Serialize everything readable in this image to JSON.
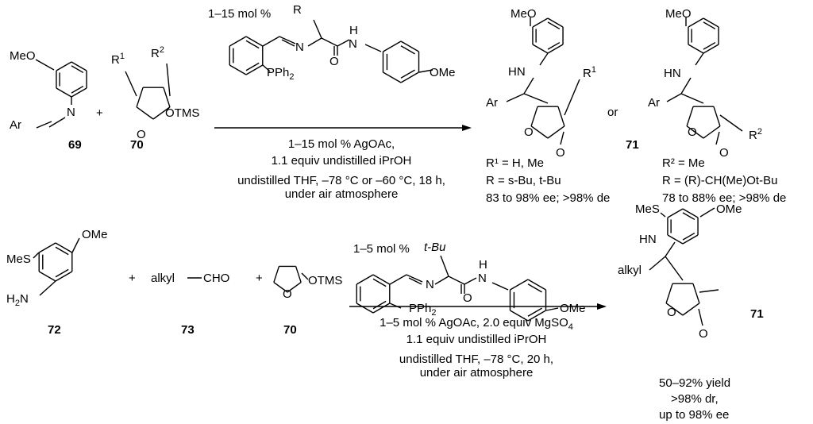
{
  "top": {
    "reactant1": {
      "meo": "MeO",
      "n": "N",
      "ar": "Ar",
      "label": "69"
    },
    "plus": "+",
    "reactant2": {
      "r1": "R",
      "r1_sup": "1",
      "r2": "R",
      "r2_sup": "2",
      "o": "O",
      "otms": "OTMS",
      "label": "70"
    },
    "catalyst": {
      "loading": "1–15 mol %",
      "r": "R",
      "n_imine": "N",
      "h": "H",
      "n_amide": "N",
      "o": "O",
      "pph": "PPh",
      "pph_sub": "2",
      "ome": "OMe"
    },
    "conditions": [
      "1–15 mol % AgOAc,",
      "1.1 equiv undistilled iPrOH",
      "undistilled THF, –78 °C or –60 °C, 18 h,",
      "under air atmosphere"
    ],
    "product_a": {
      "meo": "MeO",
      "hn": "HN",
      "ar": "Ar",
      "r1": "R",
      "r1_sup": "1",
      "o_ring": "O",
      "o_carbonyl": "O",
      "notes": [
        "R¹ = H, Me",
        "R = s-Bu, t-Bu",
        "83 to 98% ee; >98% de"
      ]
    },
    "or": "or",
    "product_label": "71",
    "product_b": {
      "meo": "MeO",
      "hn": "HN",
      "ar": "Ar",
      "r2": "R",
      "r2_sup": "2",
      "o_ring": "O",
      "o_carbonyl": "O",
      "notes": [
        "R² = Me",
        "R = (R)-CH(Me)Ot-Bu",
        "78 to 88% ee; >98% de"
      ]
    }
  },
  "bottom": {
    "reactant1": {
      "mes": "MeS",
      "ome": "OMe",
      "h2n": "H",
      "h2n_sub": "2",
      "h2n_n": "N",
      "label": "72"
    },
    "plus1": "+",
    "reactant2": {
      "alkyl": "alkyl",
      "cho": "CHO",
      "label": "73"
    },
    "plus2": "+",
    "reactant3": {
      "o": "O",
      "otms": "OTMS",
      "label": "70"
    },
    "catalyst": {
      "loading": "1–5 mol %",
      "r": "t-Bu",
      "n_imine": "N",
      "h": "H",
      "n_amide": "N",
      "o": "O",
      "pph": "PPh",
      "pph_sub": "2",
      "ome": "OMe"
    },
    "conditions": {
      "line1": "1–5 mol % AgOAc, 2.0 equiv MgSO",
      "line1_sub": "4",
      "line2": "1.1 equiv undistilled iPrOH",
      "line3": "undistilled THF, –78 °C, 20 h,",
      "line4": "under air atmosphere"
    },
    "product": {
      "mes": "MeS",
      "ome": "OMe",
      "hn": "HN",
      "alkyl": "alkyl",
      "o_ring": "O",
      "o_carbonyl": "O",
      "label": "71",
      "notes": [
        "50–92% yield",
        ">98% dr,",
        "up to 98% ee"
      ]
    }
  }
}
